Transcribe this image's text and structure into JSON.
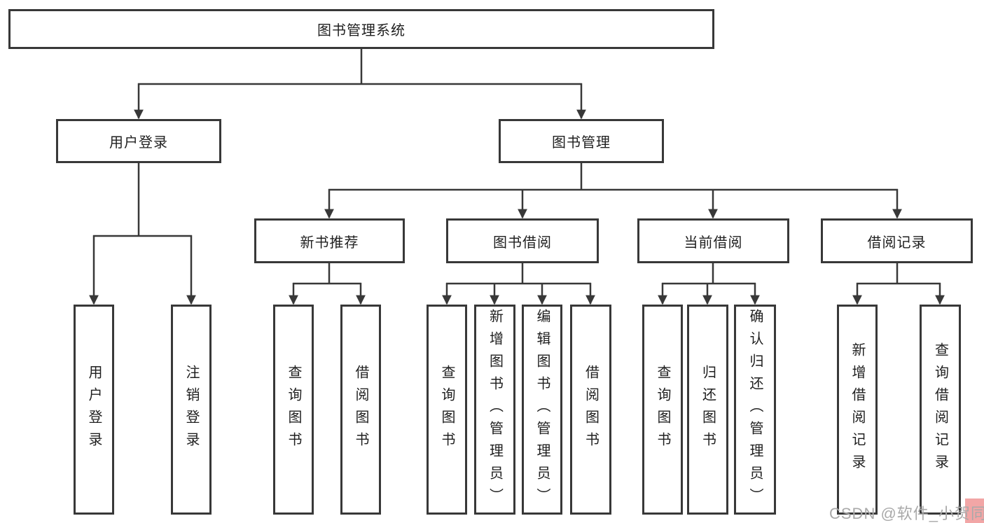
{
  "diagram": {
    "title_node": {
      "label": "图书管理系统"
    },
    "level2": [
      {
        "id": "user-login",
        "label": "用户登录",
        "parent": "图书管理系统"
      },
      {
        "id": "book-management",
        "label": "图书管理",
        "parent": "图书管理系统"
      }
    ],
    "level3": [
      {
        "id": "new-book-recommend",
        "label": "新书推荐",
        "parent": "图书管理"
      },
      {
        "id": "book-borrowing",
        "label": "图书借阅",
        "parent": "图书管理"
      },
      {
        "id": "current-borrowing",
        "label": "当前借阅",
        "parent": "图书管理"
      },
      {
        "id": "borrowing-records",
        "label": "借阅记录",
        "parent": "图书管理"
      }
    ],
    "leaves": [
      {
        "id": "user-login-leaf",
        "label": "用户登录",
        "parent": "用户登录"
      },
      {
        "id": "logout-leaf",
        "label": "注销登录",
        "parent": "用户登录"
      },
      {
        "id": "query-books-recommend",
        "label": "查询图书",
        "parent": "新书推荐"
      },
      {
        "id": "borrow-books-recommend",
        "label": "借阅图书",
        "parent": "新书推荐"
      },
      {
        "id": "query-books-borrowing",
        "label": "查询图书",
        "parent": "图书借阅"
      },
      {
        "id": "add-books-admin",
        "label": "新增图书（管理员）",
        "parent": "图书借阅"
      },
      {
        "id": "edit-books-admin",
        "label": "编辑图书（管理员）",
        "parent": "图书借阅"
      },
      {
        "id": "borrow-books-borrowing",
        "label": "借阅图书",
        "parent": "图书借阅"
      },
      {
        "id": "query-books-current",
        "label": "查询图书",
        "parent": "当前借阅"
      },
      {
        "id": "return-books",
        "label": "归还图书",
        "parent": "当前借阅"
      },
      {
        "id": "confirm-return-admin",
        "label": "确认归还（管理员）",
        "parent": "当前借阅"
      },
      {
        "id": "add-borrow-record",
        "label": "新增借阅记录",
        "parent": "借阅记录"
      },
      {
        "id": "query-borrow-record",
        "label": "查询借阅记录",
        "parent": "借阅记录"
      }
    ],
    "colors": {
      "box_border": "#383838",
      "connector": "#383838",
      "text": "#1f1f1f",
      "background": "#ffffff",
      "watermark_text": "#a9a9a9",
      "watermark_accent": "#f2a6a6"
    }
  },
  "watermark": {
    "text": "CSDN @软件_小贺同学"
  }
}
